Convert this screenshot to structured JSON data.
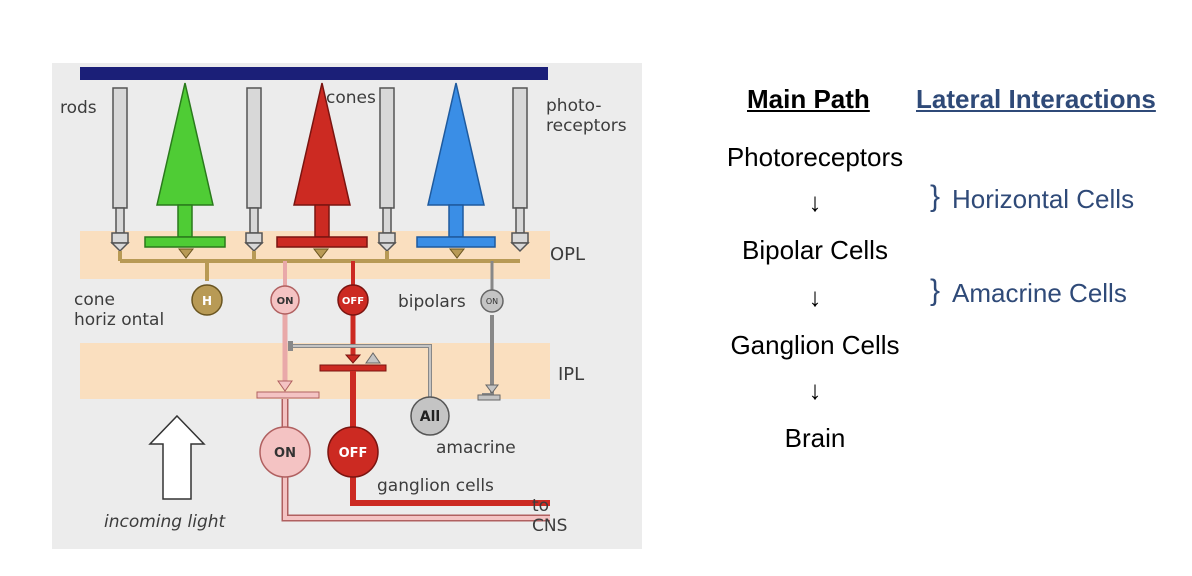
{
  "diagram": {
    "labels": {
      "rods": "rods",
      "cones": "cones",
      "photoreceptors": "photo-\nreceptors",
      "opl": "OPL",
      "ipl": "IPL",
      "cone_horizontal": "cone\nhoriz ontal",
      "bipolars": "bipolars",
      "amacrine": "amacrine",
      "ganglion_cells": "ganglion cells",
      "to_cns": "to\nCNS",
      "incoming_light": "incoming light"
    },
    "cells": {
      "h": "H",
      "on_bipolar": "ON",
      "off_bipolar": "OFF",
      "rod_bipolar": "ON",
      "all": "All",
      "on_ganglion": "ON",
      "off_ganglion": "OFF"
    },
    "colors": {
      "top_bar": "#1b1f78",
      "layer_band": "#fadfbf",
      "green_cone": "#4fcc35",
      "red_cone": "#cc2a22",
      "blue_cone": "#3a8ee6",
      "horizontal": "#b89a55",
      "on_pathway": "#f4c3c3",
      "off_pathway": "#cc2a22",
      "rod_pathway": "#c4c4c4"
    }
  },
  "pathway": {
    "main_header": "Main Path",
    "lateral_header": "Lateral Interactions",
    "steps": [
      "Photoreceptors",
      "Bipolar Cells",
      "Ganglion Cells",
      "Brain"
    ],
    "arrow": "↓",
    "brace": "}",
    "lateral": [
      "Horizontal Cells",
      "Amacrine Cells"
    ]
  }
}
